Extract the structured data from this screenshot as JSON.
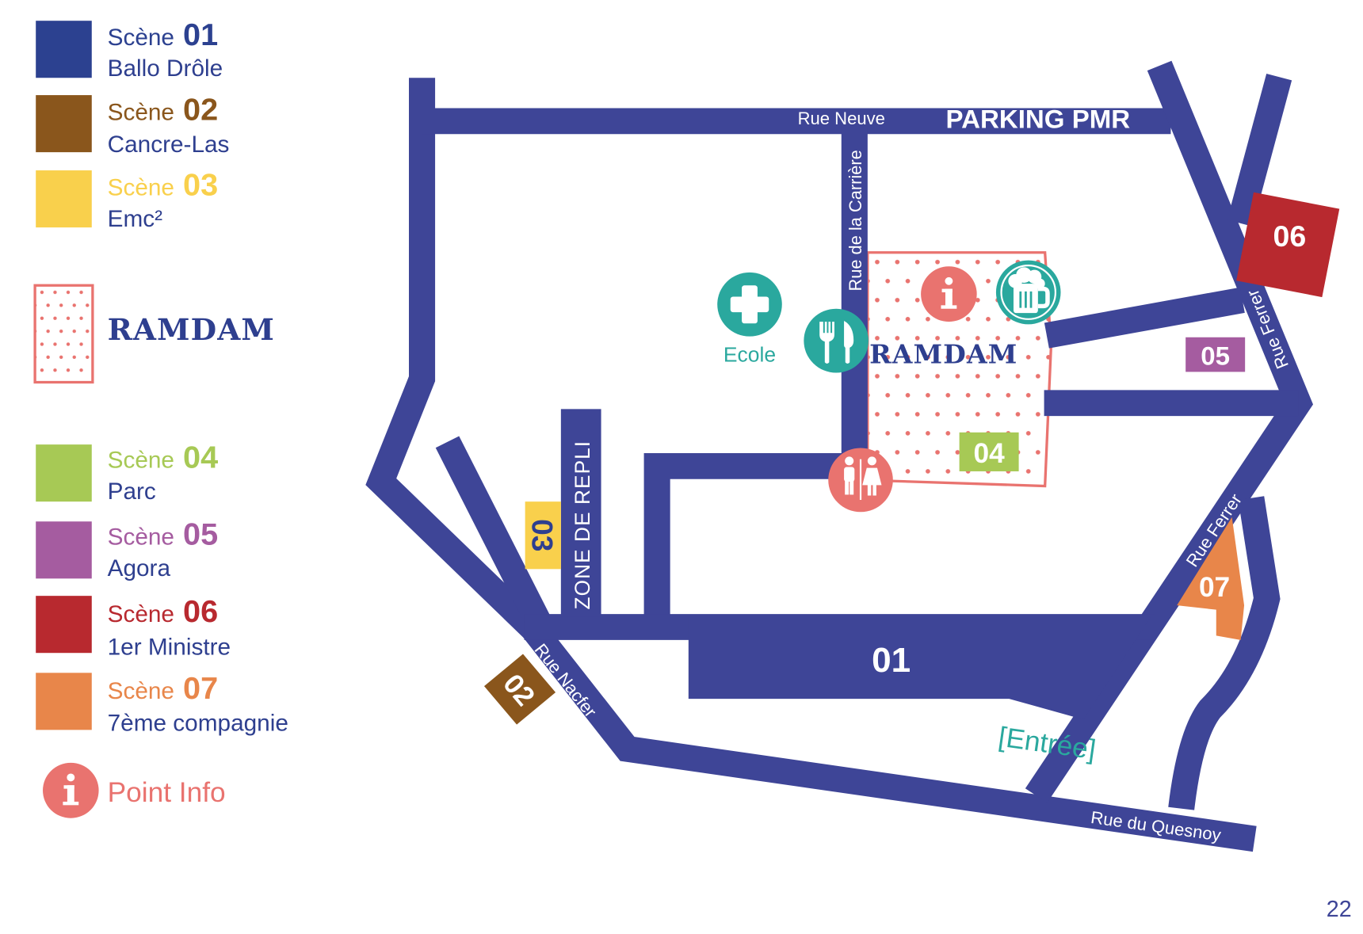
{
  "legend": {
    "scene_word": "Scène",
    "scenes": [
      {
        "number": "01",
        "name": "Ballo Drôle",
        "color": "#2c4190"
      },
      {
        "number": "02",
        "name": "Cancre-Las",
        "color": "#8a561c"
      },
      {
        "number": "03",
        "name": "Emc²",
        "color": "#f9d04c"
      },
      {
        "number": "04",
        "name": "Parc",
        "color": "#a7c955"
      },
      {
        "number": "05",
        "name": "Agora",
        "color": "#a55ca0"
      },
      {
        "number": "06",
        "name": "1er Ministre",
        "color": "#b8292f"
      },
      {
        "number": "07",
        "name": "7ème compagnie",
        "color": "#e8864a"
      }
    ],
    "ramdam_label": "RAMDAM",
    "info_label": "Point Info"
  },
  "map": {
    "streets": {
      "rue_neuve": "Rue Neuve",
      "parking": "PARKING PMR",
      "carriere": "Rue de la Carrière",
      "zone_repli": "ZONE DE REPLI",
      "ferrer": "Rue Ferrer",
      "nacfer": "Rue Nacfer",
      "quesnoy": "Rue du Quesnoy"
    },
    "entrance": "[Entrée]",
    "school": "Ecole",
    "ramdam": "RAMDAM",
    "icons": {
      "first_aid": "first-aid-cross-icon",
      "restaurant": "fork-knife-icon",
      "bar": "beer-mug-icon",
      "info": "info-icon",
      "toilets": "toilets-icon"
    }
  },
  "colors": {
    "road": "#3e4597",
    "label_text": "#2e3f8f",
    "ramdam": "#e9736f",
    "services": "#2aa89e",
    "info": "#e9736f"
  },
  "page_number": "22"
}
